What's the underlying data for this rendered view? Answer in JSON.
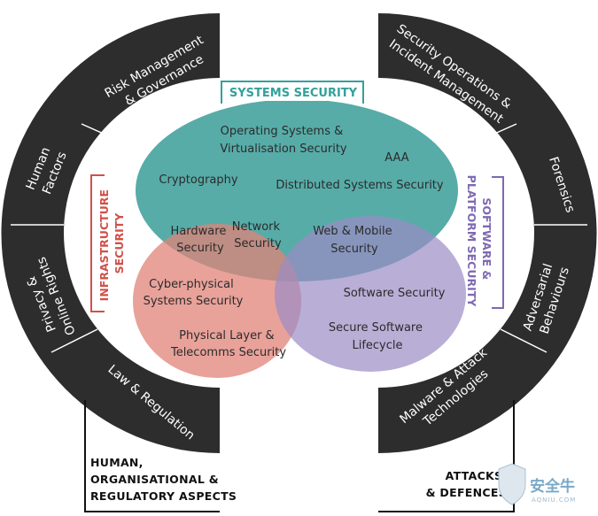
{
  "left_arc": {
    "sections": [
      {
        "lines": [
          "Risk Management",
          "& Governance"
        ]
      },
      {
        "lines": [
          "Human",
          "Factors"
        ]
      },
      {
        "lines": [
          "Privacy &",
          "Online Rights"
        ]
      },
      {
        "lines": [
          "Law & Regulation"
        ]
      }
    ],
    "category": [
      "HUMAN,",
      "ORGANISATIONAL &",
      "REGULATORY ASPECTS"
    ]
  },
  "right_arc": {
    "sections": [
      {
        "lines": [
          "Security Operations &",
          "Incident Management"
        ]
      },
      {
        "lines": [
          "Forensics"
        ]
      },
      {
        "lines": [
          "Adversarial",
          "Behaviours"
        ]
      },
      {
        "lines": [
          "Malware & Attack",
          "Technologies"
        ]
      }
    ],
    "category": [
      "ATTACKS",
      "& DEFENCES"
    ]
  },
  "systems_security": {
    "heading": "SYSTEMS SECURITY",
    "color": "#3a9e99",
    "topics": {
      "os_virtualisation": [
        "Operating Systems &",
        "Virtualisation Security"
      ],
      "aaa": "AAA",
      "cryptography": "Cryptography",
      "distributed": "Distributed Systems Security"
    }
  },
  "infrastructure_security": {
    "heading": [
      "INFRASTRUCTURE",
      "SECURITY"
    ],
    "color": "#e08378",
    "topics": {
      "hardware": [
        "Hardware",
        "Security"
      ],
      "network": [
        "Network",
        "Security"
      ],
      "cyber_physical": [
        "Cyber-physical",
        "Systems Security"
      ],
      "physical_layer": [
        "Physical Layer &",
        "Telecomms Security"
      ]
    }
  },
  "software_platform_security": {
    "heading": [
      "SOFTWARE &",
      "PLATFORM SECURITY"
    ],
    "color": "#9b8cc4",
    "topics": {
      "web_mobile": [
        "Web & Mobile",
        "Security"
      ],
      "software": "Software Security",
      "lifecycle": [
        "Secure Software",
        "Lifecycle"
      ]
    }
  },
  "colors": {
    "arc": "#2d2d2d",
    "heading_red": "#d0514a",
    "heading_teal": "#33a19b",
    "heading_purple": "#7e69b3"
  },
  "watermark": {
    "text": "安全牛",
    "sub": "AQNIU.COM"
  }
}
